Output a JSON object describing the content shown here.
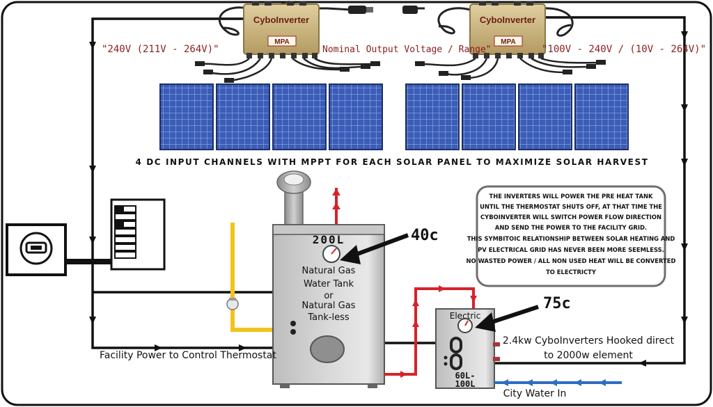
{
  "colors": {
    "wire": "#111111",
    "hot_pipe": "#d6232a",
    "cold_pipe": "#2d6cc7",
    "gas_pipe": "#f2c31b",
    "tank": "#cfcfcf",
    "inverter": "#c9b27c",
    "panel": "#3a5db8"
  },
  "inverters": [
    {
      "brand": "CyboInverter",
      "badge": "MPA"
    },
    {
      "brand": "CyboInverter",
      "badge": "MPA"
    }
  ],
  "labels": {
    "voltage_left": "\"240V  (211V - 264V)\"",
    "nominal_output": "Nominal Output Voltage / Range\"",
    "voltage_right": "\"100V - 240V / (10V - 264V)\"",
    "dc_channels": "4 DC INPUT CHANNELS WITH MPPT FOR EACH SOLAR PANEL TO MAXIMIZE SOLAR HARVEST",
    "facility_power": "Facility Power to Control Thermostat",
    "tank_volume": "200L",
    "tank_temp": "40c",
    "tank_desc": [
      "Natural Gas",
      "Water Tank",
      "or",
      "Natural Gas",
      "Tank-less"
    ],
    "electric_label": "Electric",
    "electric_temp": "75c",
    "electric_volume": [
      "60L-",
      "100L"
    ],
    "inverter_note": [
      "2.4kw CyboInverters Hooked direct",
      "to 2000w element"
    ],
    "city_water": "City Water In"
  },
  "note": [
    "THE INVERTERS WILL POWER THE PRE HEAT TANK",
    "UNTIL THE THERMOSTAT SHUTS OFF, AT THAT TIME THE",
    "CYBOINVERTER WILL SWITCH POWER FLOW DIRECTION",
    "AND SEND THE POWER TO THE FACILITY GRID.",
    "THIS SYMBITOIC RELATIONSHIP BETWEEN SOLAR HEATING AND",
    "PV ELECTRICAL GRID HAS NEVER BEEN MORE SEEMLESS.",
    "NO WASTED POWER / ALL NON USED HEAT WILL BE CONVERTED",
    "TO ELECTRICTY"
  ]
}
